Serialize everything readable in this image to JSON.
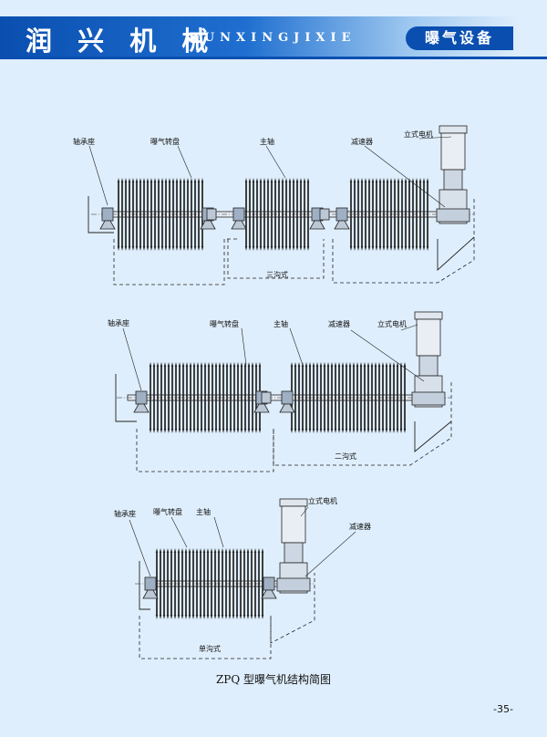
{
  "header": {
    "brand": "润 兴 机 械",
    "pinyin": "RUNXINGJIXIE",
    "section": "曝气设备",
    "accent_color": "#0a4fb0",
    "background_color": "#dfeefc"
  },
  "figures": [
    {
      "labels": {
        "bearing": "轴承座",
        "disc": "曝气转盘",
        "shaft": "主轴",
        "reducer": "减速器",
        "motor": "立式电机",
        "channel": "三沟式"
      }
    },
    {
      "labels": {
        "bearing": "轴承座",
        "disc": "曝气转盘",
        "shaft": "主轴",
        "reducer": "减速器",
        "motor": "立式电机",
        "channel": "二沟式"
      }
    },
    {
      "labels": {
        "bearing": "轴承座",
        "disc": "曝气转盘",
        "shaft": "主轴",
        "reducer": "减速器",
        "motor": "立式电机",
        "channel": "单沟式"
      }
    }
  ],
  "caption": "ZPQ 型曝气机结构简图",
  "page_number": "-35-"
}
